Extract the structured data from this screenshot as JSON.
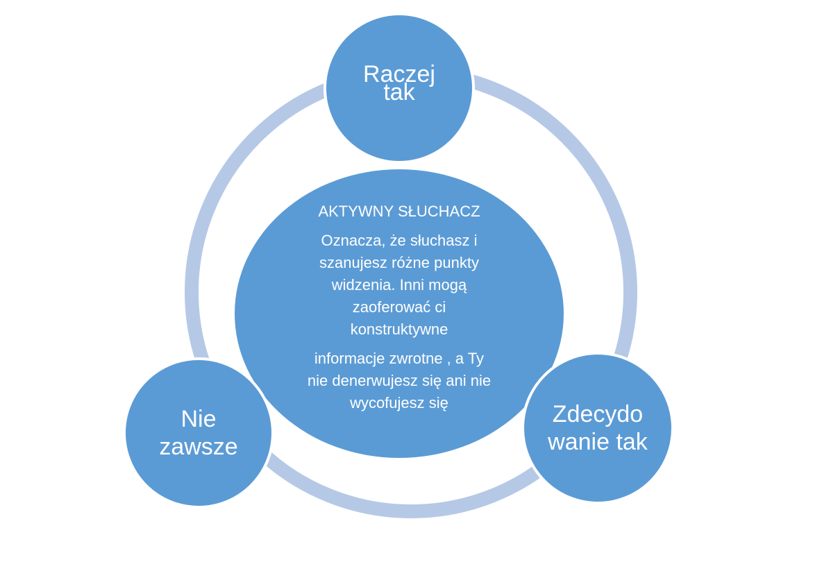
{
  "diagram": {
    "center": {
      "title": "AKTYWNY SŁUCHACZ",
      "paragraph1": "Oznacza, że słuchasz i\nszanujesz różne punkty\nwidzenia. Inni mogą\nzaoferować ci\nkonstruktywne",
      "paragraph2": "informacje zwrotne , a Ty\nnie denerwujesz się ani nie\nwycofujesz się"
    },
    "nodes": {
      "top": {
        "line1": "Raczej",
        "line2": "tak"
      },
      "left": {
        "line1": "Nie",
        "line2": "zawsze"
      },
      "right": {
        "line1": "Zdecydo",
        "line2": "wanie tak"
      }
    }
  },
  "colors": {
    "node_fill": "#5b9bd5",
    "ring": "#b5c9e6",
    "text": "#ffffff",
    "background": "#ffffff"
  }
}
